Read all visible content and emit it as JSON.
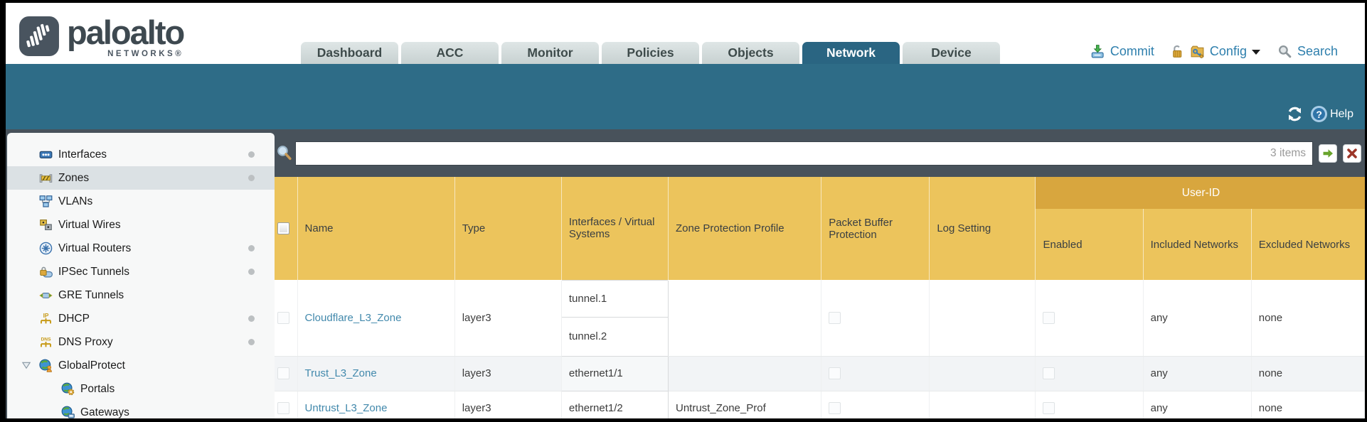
{
  "brand": {
    "wordmark": "paloalto",
    "networks": "NETWORKS®"
  },
  "tabs": [
    {
      "label": "Dashboard",
      "active": false
    },
    {
      "label": "ACC",
      "active": false
    },
    {
      "label": "Monitor",
      "active": false
    },
    {
      "label": "Policies",
      "active": false
    },
    {
      "label": "Objects",
      "active": false
    },
    {
      "label": "Network",
      "active": true
    },
    {
      "label": "Device",
      "active": false
    }
  ],
  "utility": {
    "commit": "Commit",
    "config": "Config",
    "search": "Search"
  },
  "teal_bar": {
    "help": "Help"
  },
  "sidebar": {
    "items": [
      {
        "label": "Interfaces",
        "icon": "interfaces-icon",
        "dot": true,
        "selected": false,
        "indent": false,
        "expander": false
      },
      {
        "label": "Zones",
        "icon": "zones-icon",
        "dot": true,
        "selected": true,
        "indent": false,
        "expander": false
      },
      {
        "label": "VLANs",
        "icon": "vlans-icon",
        "dot": false,
        "selected": false,
        "indent": false,
        "expander": false
      },
      {
        "label": "Virtual Wires",
        "icon": "virtual-wires-icon",
        "dot": false,
        "selected": false,
        "indent": false,
        "expander": false
      },
      {
        "label": "Virtual Routers",
        "icon": "virtual-routers-icon",
        "dot": true,
        "selected": false,
        "indent": false,
        "expander": false
      },
      {
        "label": "IPSec Tunnels",
        "icon": "ipsec-tunnels-icon",
        "dot": true,
        "selected": false,
        "indent": false,
        "expander": false
      },
      {
        "label": "GRE Tunnels",
        "icon": "gre-tunnels-icon",
        "dot": false,
        "selected": false,
        "indent": false,
        "expander": false
      },
      {
        "label": "DHCP",
        "icon": "dhcp-icon",
        "dot": true,
        "selected": false,
        "indent": false,
        "expander": false
      },
      {
        "label": "DNS Proxy",
        "icon": "dns-proxy-icon",
        "dot": true,
        "selected": false,
        "indent": false,
        "expander": false
      },
      {
        "label": "GlobalProtect",
        "icon": "globalprotect-icon",
        "dot": false,
        "selected": false,
        "indent": false,
        "expander": true
      },
      {
        "label": "Portals",
        "icon": "portals-icon",
        "dot": false,
        "selected": false,
        "indent": true,
        "expander": false
      },
      {
        "label": "Gateways",
        "icon": "gateways-icon",
        "dot": false,
        "selected": false,
        "indent": true,
        "expander": false
      }
    ]
  },
  "search_bar": {
    "value": "",
    "items_count": "3 items"
  },
  "table": {
    "group_header": "User-ID",
    "columns": [
      "Name",
      "Type",
      "Interfaces / Virtual Systems",
      "Zone Protection Profile",
      "Packet Buffer Protection",
      "Log Setting",
      "Enabled",
      "Included Networks",
      "Excluded Networks"
    ],
    "rows": [
      {
        "name": "Cloudflare_L3_Zone",
        "type": "layer3",
        "interfaces": [
          "tunnel.1",
          "tunnel.2"
        ],
        "zone_protection_profile": "",
        "packet_buffer_protection": false,
        "log_setting": "",
        "user_id_enabled": false,
        "included_networks": "any",
        "excluded_networks": "none"
      },
      {
        "name": "Trust_L3_Zone",
        "type": "layer3",
        "interfaces": [
          "ethernet1/1"
        ],
        "zone_protection_profile": "",
        "packet_buffer_protection": false,
        "log_setting": "",
        "user_id_enabled": false,
        "included_networks": "any",
        "excluded_networks": "none"
      },
      {
        "name": "Untrust_L3_Zone",
        "type": "layer3",
        "interfaces": [
          "ethernet1/2"
        ],
        "zone_protection_profile": "Untrust_Zone_Prof",
        "packet_buffer_protection": false,
        "log_setting": "",
        "user_id_enabled": false,
        "included_networks": "any",
        "excluded_networks": "none"
      }
    ]
  },
  "colors": {
    "teal_band": "#2e6c87",
    "active_tab": "#2a6582",
    "slate_background": "#48525b",
    "table_header": "#ecc45c",
    "user_id_band": "#d8a63e",
    "link_blue": "#4289ac",
    "utility_blue": "#2e7fad"
  }
}
